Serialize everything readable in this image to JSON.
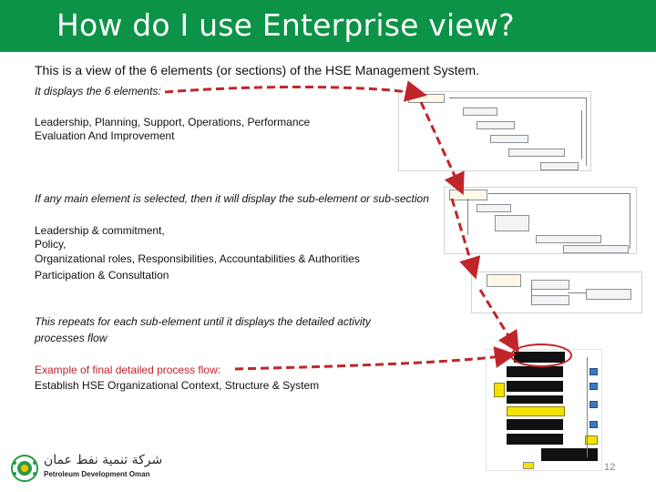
{
  "slide": {
    "title": "How do I use Enterprise view?",
    "intro": "This is a view of the 6 elements (or sections) of the HSE Management System.",
    "displays": "It displays the 6 elements:",
    "elements_line1": "Leadership, Planning, Support, Operations,  Performance",
    "elements_line2": "Evaluation And Improvement",
    "selected_note": "If any main element is selected, then it will display the sub-element or sub-section",
    "sub_line1": "Leadership & commitment,",
    "sub_line2": "Policy,",
    "sub_line3": "Organizational roles, Responsibilities, Accountabilities & Authorities",
    "sub_line4": "Participation & Consultation",
    "repeat_line1": "This repeats for each sub-element until it displays the detailed activity",
    "repeat_line2": "processes flow",
    "example_label": "Example of final detailed process flow:",
    "example_name": "Establish HSE Organizational Context, Structure & System",
    "page_number": "12"
  },
  "logo": {
    "arabic": "شركة تنمية نفط عمان",
    "english": "Petroleum Development Oman"
  },
  "colors": {
    "title_bar": "#0c9347",
    "arrow": "#c0252a",
    "highlight": "#f2e300"
  }
}
